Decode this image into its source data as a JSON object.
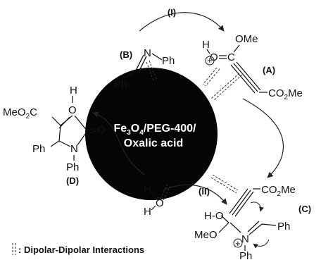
{
  "center": {
    "line1_a": "Fe",
    "line1_b": "3",
    "line1_c": "O",
    "line1_d": "4",
    "line1_e": "/PEG-400/",
    "line2": "Oxalic acid"
  },
  "steps": {
    "I": "(I)",
    "II": "(II)"
  },
  "compounds": {
    "A": {
      "label": "(A)",
      "h": "H",
      "o": "O",
      "c": "C",
      "ome": "OMe",
      "co2me_a": "CO",
      "co2me_b": "2",
      "co2me_c": "Me",
      "plus": "+"
    },
    "B": {
      "label": "(B)",
      "n": "N",
      "ph1": "Ph",
      "ph2": "Ph"
    },
    "C": {
      "label": "(C)",
      "co2me_a": "CO",
      "co2me_b": "2",
      "co2me_c": "Me",
      "ho": "H-O",
      "meo": "MeO",
      "n": "N",
      "ph1": "Ph",
      "ph2": "Ph",
      "plus": "+"
    },
    "D": {
      "label": "(D)",
      "h": "H",
      "o_top": "O",
      "o_right": "O",
      "meo2c_a": "MeO",
      "meo2c_b": "2",
      "meo2c_c": "C",
      "ph1": "Ph",
      "n": "N",
      "ph2": "Ph"
    },
    "water": {
      "h1": "H",
      "h2": "H",
      "o": "O"
    }
  },
  "legend": {
    "text": ": Dipolar-Dipolar Interactions"
  }
}
